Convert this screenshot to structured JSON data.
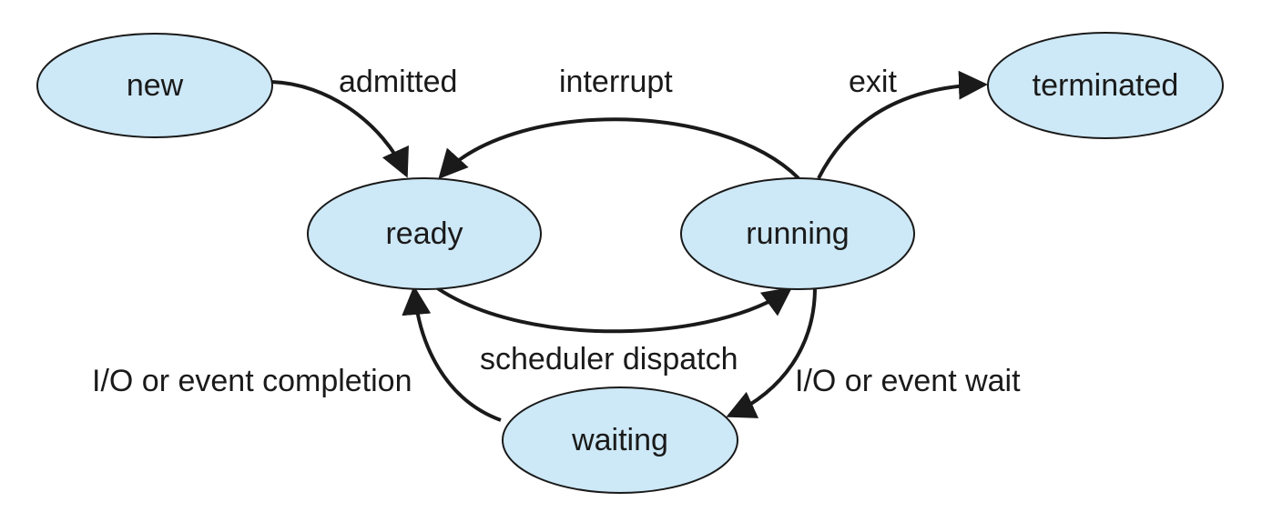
{
  "colors": {
    "state_fill": "#cde8f6",
    "stroke": "#1a1a1a",
    "background": "#ffffff"
  },
  "states": {
    "new": "new",
    "ready": "ready",
    "running": "running",
    "waiting": "waiting",
    "terminated": "terminated"
  },
  "transitions": {
    "admitted": "admitted",
    "interrupt": "interrupt",
    "exit": "exit",
    "scheduler_dispatch": "scheduler dispatch",
    "io_event_completion": "I/O or event completion",
    "io_event_wait": "I/O or event wait"
  }
}
